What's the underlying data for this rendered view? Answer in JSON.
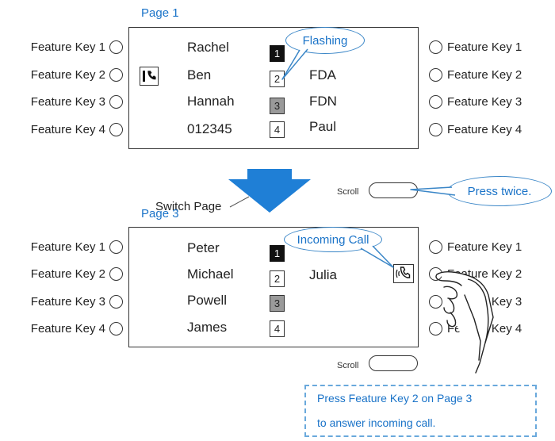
{
  "page1": {
    "title": "Page 1",
    "left_keys": [
      "Feature Key 1",
      "Feature Key 2",
      "Feature Key 3",
      "Feature Key 4"
    ],
    "right_keys": [
      "Feature Key 1",
      "Feature Key 2",
      "Feature Key 3",
      "Feature Key 4"
    ],
    "names": [
      "Rachel",
      "Ben",
      "Hannah",
      "012345"
    ],
    "numbers": [
      "1",
      "2",
      "3",
      "4"
    ],
    "right_names": [
      "",
      "FDA",
      "FDN",
      "Paul"
    ],
    "scroll_label": "Scroll",
    "flashing_callout": "Flashing",
    "press_callout": "Press twice."
  },
  "switch_label": "Switch Page",
  "page3": {
    "title": "Page 3",
    "left_keys": [
      "Feature Key 1",
      "Feature Key 2",
      "Feature Key 3",
      "Feature Key 4"
    ],
    "right_keys": [
      "Feature Key 1",
      "Feature Key 2",
      "Feature Key 3",
      "Feature Key 4"
    ],
    "names": [
      "Peter",
      "Michael",
      "Powell",
      "James"
    ],
    "numbers": [
      "1",
      "2",
      "3",
      "4"
    ],
    "right_name": "Julia",
    "scroll_label": "Scroll",
    "incoming_callout": "Incoming Call"
  },
  "note": {
    "line1": "Press Feature Key 2 on Page 3",
    "line2": "to answer incoming call."
  },
  "colors": {
    "accent": "#1a73c8",
    "arrow": "#1f7fd6"
  },
  "icons": [
    "phone-handset-icon",
    "ringing-phone-icon",
    "hand-pointer-icon",
    "switch-arrow-icon"
  ]
}
